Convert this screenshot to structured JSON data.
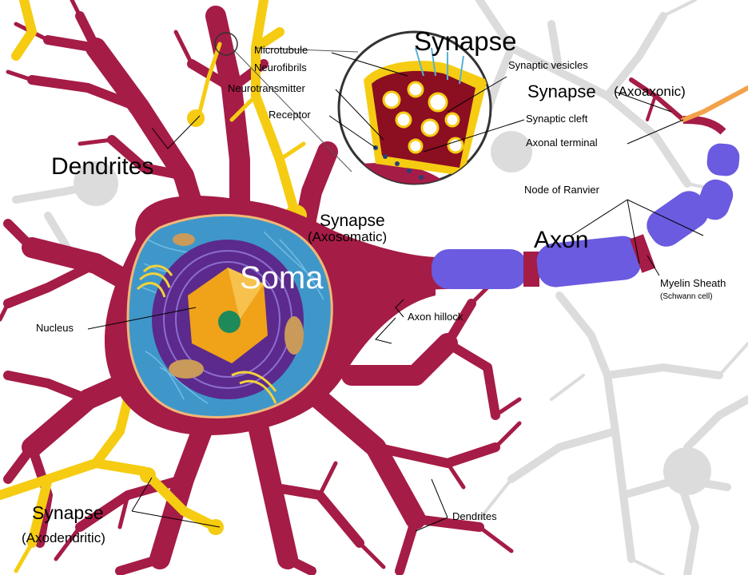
{
  "labels": {
    "synapse_title": "Synapse",
    "microtubule": "Microtubule",
    "neurofibrils": "Neurofibrils",
    "neurotransmitter": "Neurotransmitter",
    "receptor": "Receptor",
    "synaptic_vesicles": "Synaptic vesicles",
    "synaptic_cleft": "Synaptic cleft",
    "axonal_terminal": "Axonal terminal",
    "synapse_axoaxonic": "Synapse",
    "axoaxonic_sub": "(Axoaxonic)",
    "dendrites_top": "Dendrites",
    "synapse_axosomatic": "Synapse",
    "axosomatic_sub": "(Axosomatic)",
    "soma": "Soma",
    "axon": "Axon",
    "node_of_ranvier": "Node of Ranvier",
    "myelin_sheath": "Myelin Sheath",
    "schwann_cell": "(Schwann cell)",
    "nucleus": "Nucleus",
    "axon_hillock": "Axon hillock",
    "synapse_axodendritic": "Synapse",
    "axodendritic_sub": "(Axodendritic)",
    "dendrites_bottom": "Dendrites"
  },
  "colors": {
    "neuron_body": "#a51c46",
    "synapse_yellow": "#f5cc12",
    "myelin": "#6a5be0",
    "cytoplasm": "#3f97c9",
    "nucleus_purple": "#5b2a8c",
    "nucleolus": "#f0a219",
    "background_neurons": "#d7d7d7",
    "axon_terminal_orange": "#f3a24a"
  }
}
